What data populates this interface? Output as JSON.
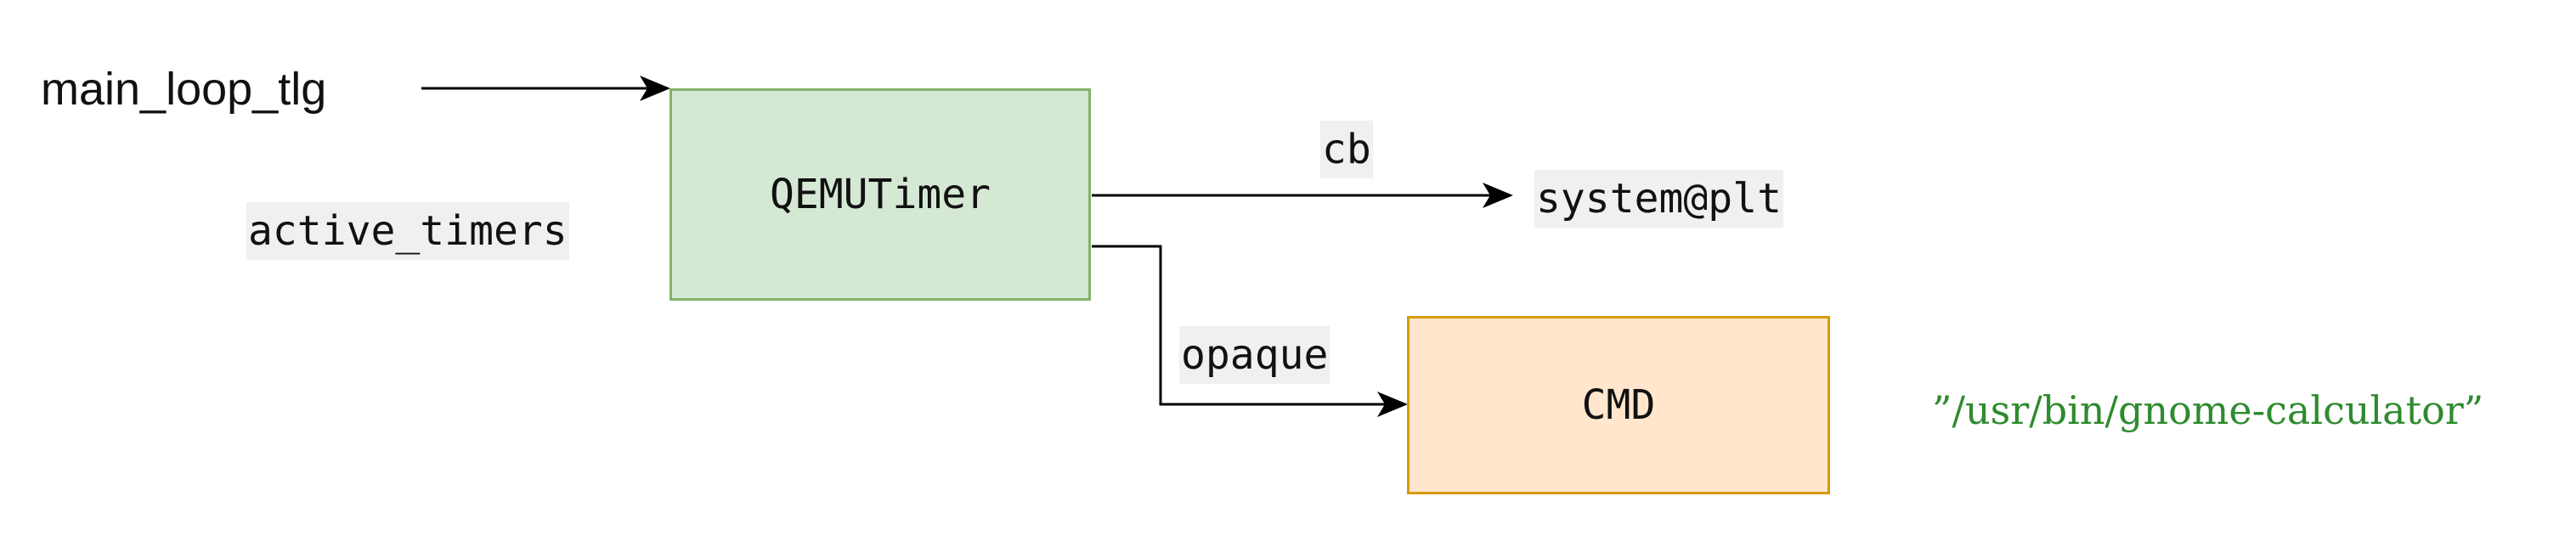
{
  "nodes": {
    "timer": {
      "label": "QEMUTimer"
    },
    "cmd": {
      "label": "CMD"
    }
  },
  "labels": {
    "main_loop": "main_loop_tlg",
    "active_timers": "active_timers",
    "cb": "cb",
    "system": "system@plt",
    "opaque": "opaque",
    "path": "”/usr/bin/gnome-calculator”"
  },
  "colors": {
    "timer_fill": "#d5e8d4",
    "timer_border": "#82b366",
    "cmd_fill": "#ffe6cc",
    "cmd_border": "#d79b00",
    "path_text": "#2e8b2e",
    "label_highlight": "#f0f0f0"
  }
}
